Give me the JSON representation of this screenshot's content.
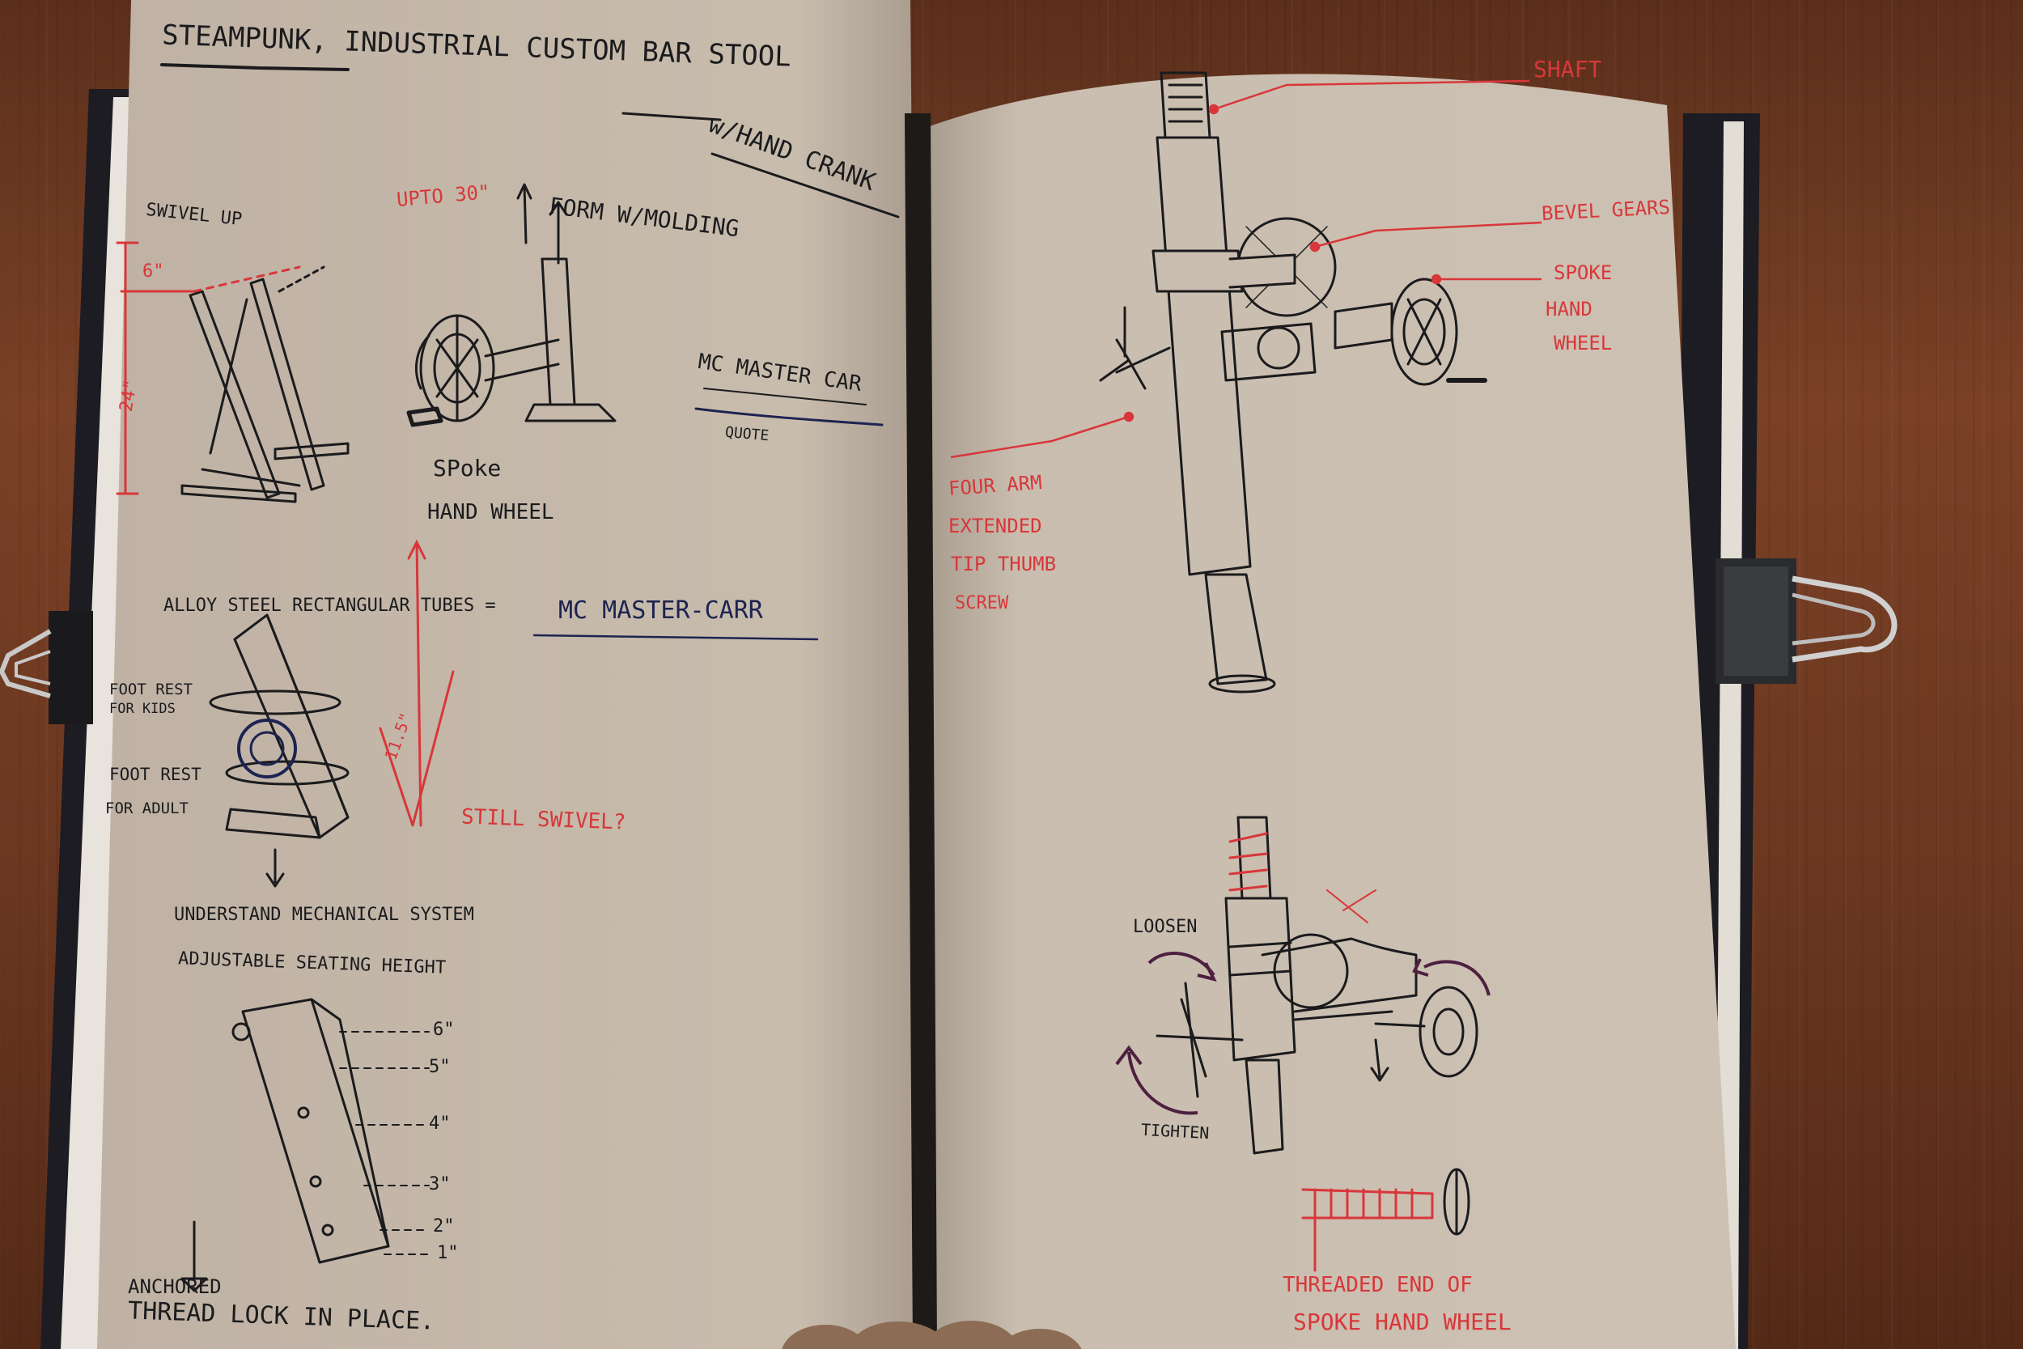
{
  "left_page": {
    "title": "STEAMPUNK, INDUSTRIAL CUSTOM BAR STOOL",
    "subtitle": "w/HAND CRANK",
    "swivel_up": "SWIVEL UP",
    "up_to_30": "UPTO 30\"",
    "form_molding": "FORM W/MOLDING",
    "dim_6": "6\"",
    "dim_24": "24\"",
    "mcmaster_car": "MC MASTER CAR",
    "quote": "QUOTE",
    "spoke": "SPoke",
    "hand_wheel": "HAND WHEEL",
    "alloy_tubes": "ALLOY STEEL RECTANGULAR TUBES =",
    "mcmaster_carr": "MC MASTER-CARR",
    "foot_rest_kids_1": "FOOT REST",
    "foot_rest_kids_2": "FOR KIDS",
    "foot_rest_adult_1": "FOOT REST",
    "foot_rest_adult_2": "FOR ADULT",
    "angle": "11.5\"",
    "still_swivel": "STILL SWIVEL?",
    "understand": "UNDERSTAND MECHANICAL SYSTEM",
    "adjustable": "ADJUSTABLE SEATING HEIGHT",
    "heights": [
      "6\"",
      "5\"",
      "4\"",
      "3\"",
      "2\"",
      "1\""
    ],
    "anchored": "ANCHORED",
    "thread_lock": "THREAD LOCK IN PLACE."
  },
  "right_page": {
    "shaft": "SHAFT",
    "bevel_gears": "BEVEL GEARS",
    "spoke_1": "SPOKE",
    "spoke_2": "HAND",
    "spoke_3": "WHEEL",
    "four_arm": [
      "FOUR ARM",
      "EXTENDED",
      "TIP THUMB",
      "SCREW"
    ],
    "loosen": "LOOSEN",
    "tighten": "TIGHTEN",
    "threaded_1": "THREADED END OF",
    "threaded_2": "SPOKE HAND WHEEL"
  },
  "colors": {
    "ink": "#1b1b1d",
    "red_ink": "#d8373a",
    "blue_ink": "#1d2350",
    "paper": "#c9bcae"
  }
}
